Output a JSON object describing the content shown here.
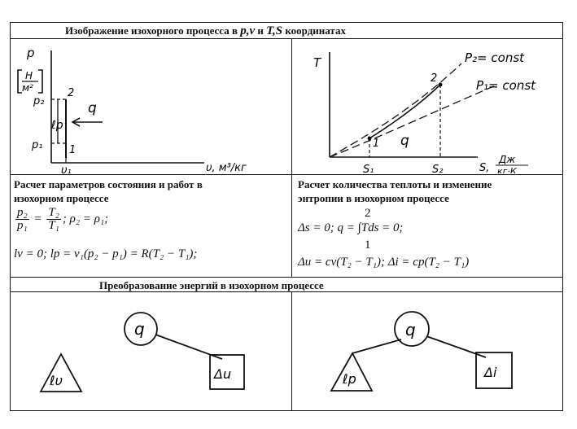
{
  "header": {
    "title_prefix": "Изображение изохорного процесса в",
    "title_vars1": "p,v",
    "title_and": "и",
    "title_vars2": "T,S",
    "title_suffix": "координатах"
  },
  "pv_graph": {
    "y_axis_label": "p",
    "y_unit_num": "H",
    "y_unit_den": "м²",
    "p2_label": "p₂",
    "p1_label": "p₁",
    "point2_label": "2",
    "point1_label": "1",
    "work_label": "ℓp",
    "heat_label": "q",
    "v1_label": "υ₁",
    "x_axis_label": "υ, м³/кг"
  },
  "ts_graph": {
    "y_axis_label": "T",
    "isochore2_label": "P₂= const",
    "isochore1_label": "P₁= const",
    "point2_label": "2",
    "point1_label": "1",
    "heat_label": "q",
    "s1_label": "S₁",
    "s2_label": "S₂",
    "x_axis_label": "S,",
    "x_unit_num": "Дж",
    "x_unit_den": "кг·К"
  },
  "calc_state": {
    "heading_line1": "Расчет параметров состояния и работ в",
    "heading_line2": "изохорном процессе",
    "f1_p2": "p₂",
    "f1_p1": "p₁",
    "f1_T2": "T₂",
    "f1_T1": "T₁",
    "f1_tail": "; ρ₂ = ρ₁;",
    "f2": "lv = 0; lp = v₁(p₂ − p₁) = R(T₂ − T₁);"
  },
  "calc_heat": {
    "heading_line1": "Расчет количества теплоты и изменение",
    "heading_line2": "энтропии в изохорном процессе",
    "upper_limit": "2",
    "f1": "Δs = 0; q = ∫Tds = 0;",
    "lower_limit": "1",
    "f2": "Δu = cv(T₂ − T₁); Δi = cp(T₂ − T₁)"
  },
  "energy": {
    "title": "Преобразование энергий в изохорном процессе",
    "left": {
      "circle": "q",
      "triangle": "ℓυ",
      "square": "Δu"
    },
    "right": {
      "circle": "q",
      "triangle": "ℓp",
      "square": "Δi"
    }
  }
}
